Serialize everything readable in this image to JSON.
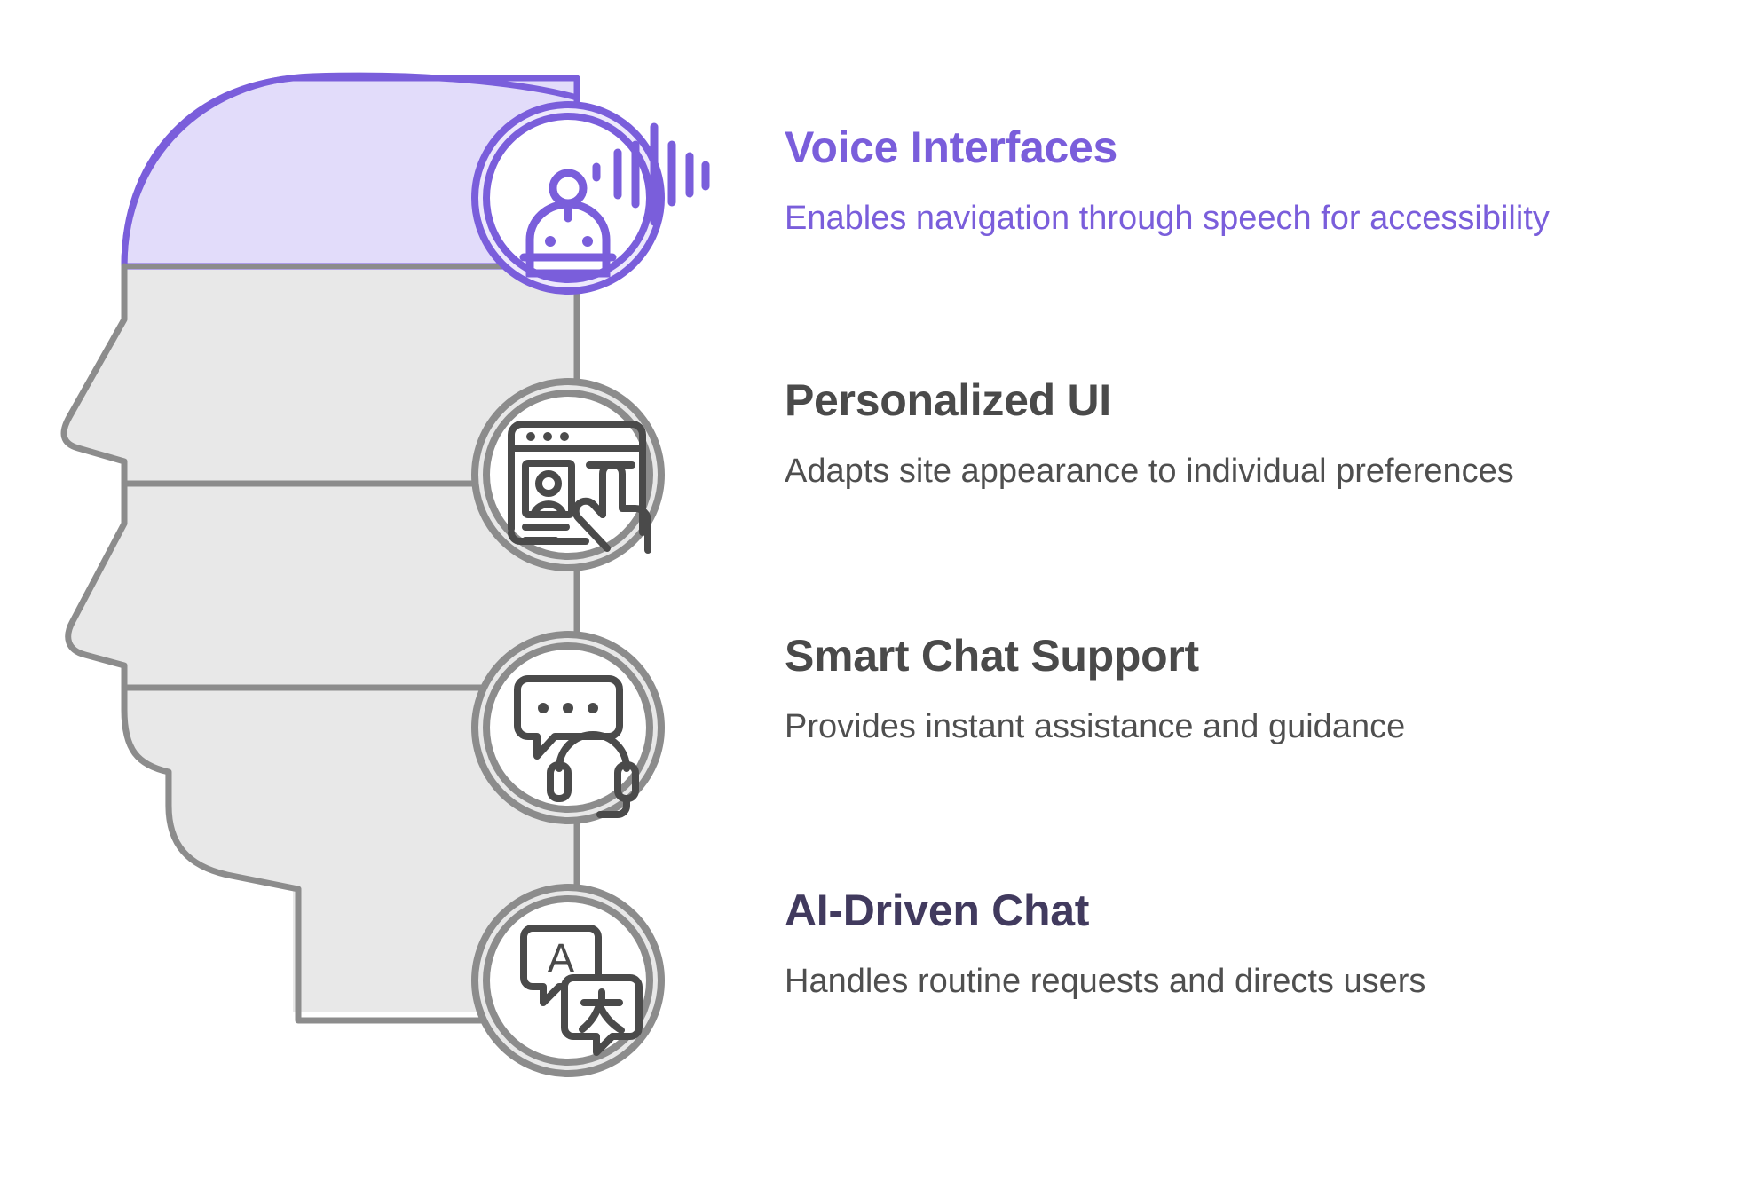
{
  "palette": {
    "accent_purple": "#7A5EDB",
    "accent_purple_light": "#E2DCFA",
    "accent_purple_pale": "#EDE8FC",
    "dark_navy_purple": "#413A5E",
    "title_gray": "#4A4A4A",
    "body_gray": "#4F4F4F",
    "band_fill_gray": "#E8E8E8",
    "band_stroke_gray": "#8C8C8C",
    "icon_ring_gray": "#8C8C8C",
    "icon_glyph_gray": "#4A4A4A",
    "background": "#FFFFFF"
  },
  "graphic": {
    "name": "human-head-profile-layers",
    "description": "Side profile of a human head divided into four horizontal bands; the topmost band is highlighted in purple.",
    "bands": [
      {
        "index": 0,
        "state": "highlighted",
        "fill": "#E2DCFA",
        "stroke": "#7A5EDB"
      },
      {
        "index": 1,
        "state": "default",
        "fill": "#E8E8E8",
        "stroke": "#8C8C8C"
      },
      {
        "index": 2,
        "state": "default",
        "fill": "#E8E8E8",
        "stroke": "#8C8C8C"
      },
      {
        "index": 3,
        "state": "default",
        "fill": "#E8E8E8",
        "stroke": "#8C8C8C"
      }
    ]
  },
  "items": [
    {
      "id": "voice-interfaces",
      "title": "Voice Interfaces",
      "description": "Enables navigation through speech for accessibility",
      "icon": "robot-voice-waveform-icon",
      "title_color": "#7A5EDB",
      "desc_color": "#7A5EDB",
      "highlighted": true
    },
    {
      "id": "personalized-ui",
      "title": "Personalized UI",
      "description": "Adapts site appearance to individual preferences",
      "icon": "browser-profile-cursor-icon",
      "title_color": "#4A4A4A",
      "desc_color": "#4F4F4F",
      "highlighted": false
    },
    {
      "id": "smart-chat-support",
      "title": "Smart Chat Support",
      "description": "Provides instant assistance and guidance",
      "icon": "chat-bubble-headset-icon",
      "title_color": "#4A4A4A",
      "desc_color": "#4F4F4F",
      "highlighted": false
    },
    {
      "id": "ai-driven-chat",
      "title": "AI-Driven Chat",
      "description": "Handles routine requests and directs users",
      "icon": "translation-speech-bubbles-icon",
      "title_color": "#413A5E",
      "desc_color": "#4F4F4F",
      "highlighted": false
    }
  ]
}
